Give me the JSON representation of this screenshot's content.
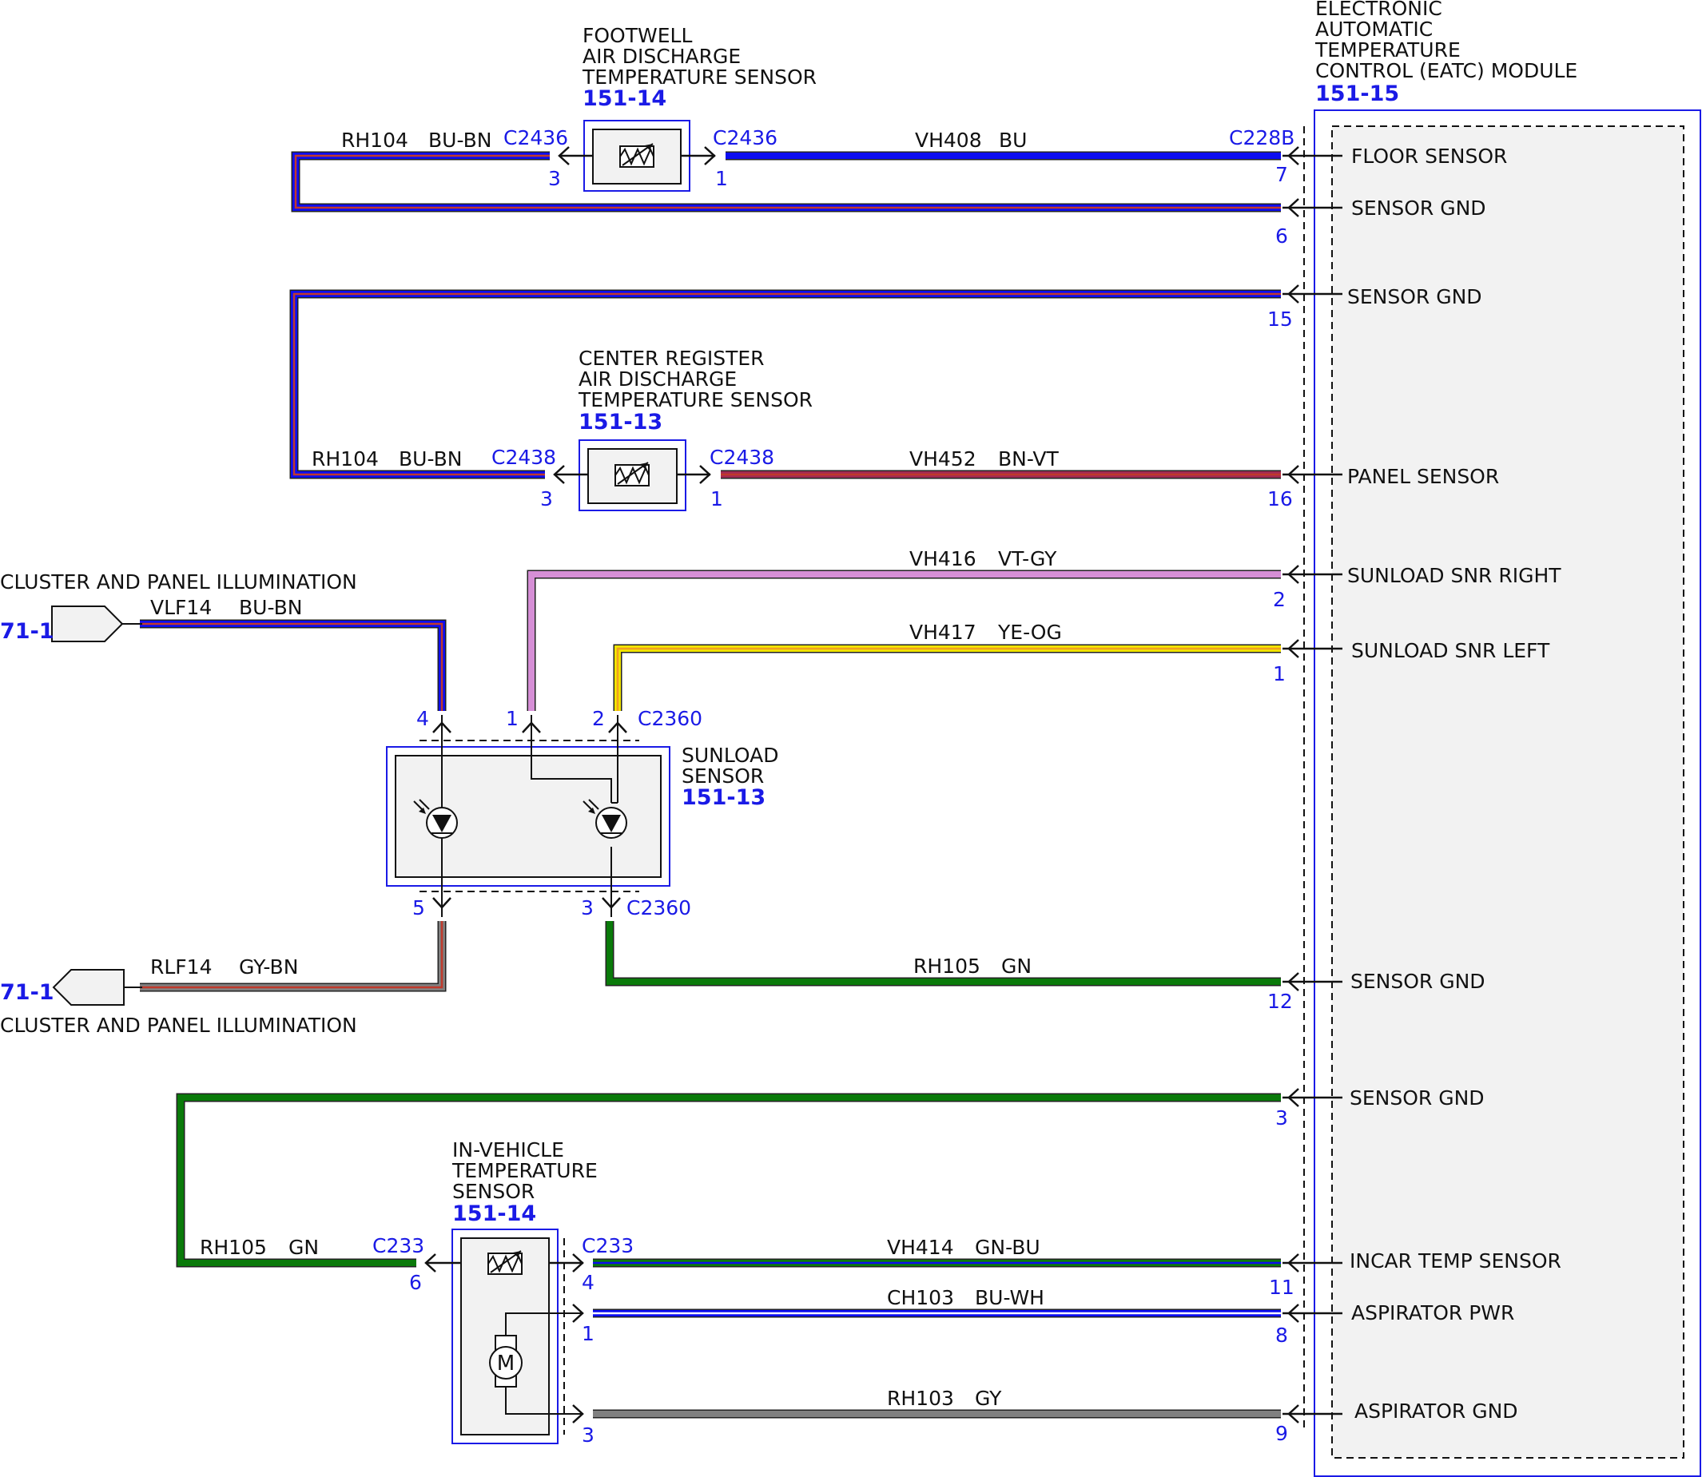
{
  "colors": {
    "BU": "#0d0df0",
    "BN": "#c0392b",
    "VT": "#a32a52",
    "GY": "#808080",
    "GN": "#0a7a0a",
    "YE": "#f2e600",
    "OG": "#f0a020",
    "WH": "#ffffff",
    "VTGY": "#d68fd6",
    "connector_text": "#1a1ae6",
    "module_fill": "#f2f2f2"
  },
  "module": {
    "title_lines": [
      "ELECTRONIC",
      "AUTOMATIC",
      "TEMPERATURE",
      "CONTROL (EATC) MODULE"
    ],
    "ref": "151-15",
    "pins": [
      {
        "id": "floor",
        "label": "FLOOR SENSOR",
        "pin": "7",
        "connector": "C228B"
      },
      {
        "id": "gnd6",
        "label": "SENSOR GND",
        "pin": "6"
      },
      {
        "id": "gnd15",
        "label": "SENSOR GND",
        "pin": "15"
      },
      {
        "id": "panel",
        "label": "PANEL SENSOR",
        "pin": "16"
      },
      {
        "id": "sunr",
        "label": "SUNLOAD SNR RIGHT",
        "pin": "2"
      },
      {
        "id": "sunl",
        "label": "SUNLOAD SNR LEFT",
        "pin": "1"
      },
      {
        "id": "gnd12",
        "label": "SENSOR GND",
        "pin": "12"
      },
      {
        "id": "gnd3",
        "label": "SENSOR GND",
        "pin": "3"
      },
      {
        "id": "incar",
        "label": "INCAR TEMP SENSOR",
        "pin": "11"
      },
      {
        "id": "asppwr",
        "label": "ASPIRATOR PWR",
        "pin": "8"
      },
      {
        "id": "aspgnd",
        "label": "ASPIRATOR GND",
        "pin": "9"
      }
    ]
  },
  "footwell": {
    "title_lines": [
      "FOOTWELL",
      "AIR DISCHARGE",
      "TEMPERATURE SENSOR"
    ],
    "ref": "151-14",
    "connector": "C2436",
    "pin_left": "3",
    "pin_right": "1"
  },
  "center": {
    "title_lines": [
      "CENTER REGISTER",
      "AIR DISCHARGE",
      "TEMPERATURE SENSOR"
    ],
    "ref": "151-13",
    "connector": "C2438",
    "pin_left": "3",
    "pin_right": "1"
  },
  "sunload": {
    "title_lines": [
      "SUNLOAD",
      "SENSOR"
    ],
    "ref": "151-13",
    "connector": "C2360",
    "pins_top": [
      "4",
      "1",
      "2"
    ],
    "pins_bottom": [
      "5",
      "3"
    ]
  },
  "invehicle": {
    "title_lines": [
      "IN-VEHICLE",
      "TEMPERATURE",
      "SENSOR"
    ],
    "ref": "151-14",
    "connector": "C233",
    "motor_label": "M",
    "pin_left": "6",
    "pins_right": [
      "4",
      "1",
      "3"
    ]
  },
  "illumination": {
    "label": "CLUSTER AND PANEL ILLUMINATION",
    "ref": "71-1"
  },
  "wires": [
    {
      "id": "w1",
      "circuit": "RH104",
      "color": "BU-BN"
    },
    {
      "id": "w2",
      "circuit": "VH408",
      "color": "BU"
    },
    {
      "id": "w3",
      "circuit": "RH104",
      "color": "BU-BN"
    },
    {
      "id": "w4",
      "circuit": "VH452",
      "color": "BN-VT"
    },
    {
      "id": "w5",
      "circuit": "VH416",
      "color": "VT-GY"
    },
    {
      "id": "w6",
      "circuit": "VH417",
      "color": "YE-OG"
    },
    {
      "id": "w7",
      "circuit": "VLF14",
      "color": "BU-BN"
    },
    {
      "id": "w8",
      "circuit": "RLF14",
      "color": "GY-BN"
    },
    {
      "id": "w9",
      "circuit": "RH105",
      "color": "GN"
    },
    {
      "id": "w10",
      "circuit": "RH105",
      "color": "GN"
    },
    {
      "id": "w11",
      "circuit": "VH414",
      "color": "GN-BU"
    },
    {
      "id": "w12",
      "circuit": "CH103",
      "color": "BU-WH"
    },
    {
      "id": "w13",
      "circuit": "RH103",
      "color": "GY"
    }
  ]
}
